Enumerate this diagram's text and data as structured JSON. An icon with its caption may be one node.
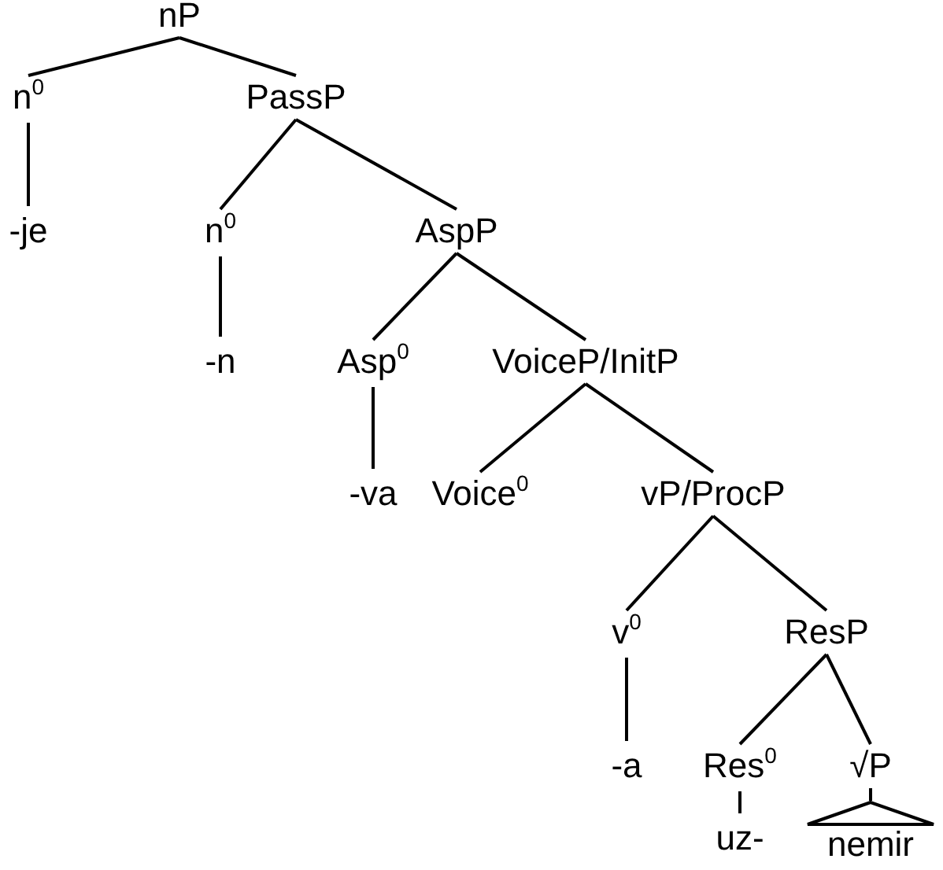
{
  "diagram": {
    "nodes": [
      {
        "text": [
          "nP"
        ]
      },
      {
        "text": [
          "n$^{0}$"
        ]
      },
      {
        "text": [
          "PassP"
        ]
      },
      {
        "text": [
          "-je"
        ]
      },
      {
        "text": [
          "n$^{0}$"
        ]
      },
      {
        "text": [
          "AspP"
        ]
      },
      {
        "text": [
          "-n"
        ]
      },
      {
        "text": [
          "Asp$^{0}$"
        ]
      },
      {
        "text": [
          "VoiceP/InitP"
        ]
      },
      {
        "text": [
          "-va"
        ]
      },
      {
        "text": [
          "Voice$^{0}$"
        ]
      },
      {
        "text": [
          "vP/ProcP"
        ]
      },
      {
        "text": [
          "v$^{0}$"
        ]
      },
      {
        "text": [
          "ResP"
        ]
      },
      {
        "text": [
          "-a"
        ]
      },
      {
        "text": [
          "Res$^{0}$"
        ]
      },
      {
        "text": [
          "√P"
        ]
      },
      {
        "text": [
          "uz-"
        ]
      },
      {
        "text": [
          "nemir"
        ]
      }
    ],
    "edges": [
      {
        "from": 0,
        "to": 1,
        "arrow": "none"
      },
      {
        "from": 0,
        "to": 2,
        "arrow": "none"
      },
      {
        "from": 1,
        "to": 3,
        "arrow": "none"
      },
      {
        "from": 2,
        "to": 4,
        "arrow": "none"
      },
      {
        "from": 2,
        "to": 5,
        "arrow": "none"
      },
      {
        "from": 4,
        "to": 6,
        "arrow": "none"
      },
      {
        "from": 5,
        "to": 7,
        "arrow": "none"
      },
      {
        "from": 5,
        "to": 8,
        "arrow": "none"
      },
      {
        "from": 7,
        "to": 9,
        "arrow": "none"
      },
      {
        "from": 8,
        "to": 10,
        "arrow": "none"
      },
      {
        "from": 8,
        "to": 11,
        "arrow": "none"
      },
      {
        "from": 11,
        "to": 12,
        "arrow": "none"
      },
      {
        "from": 11,
        "to": 13,
        "arrow": "none"
      },
      {
        "from": 12,
        "to": 14,
        "arrow": "none"
      },
      {
        "from": 13,
        "to": 15,
        "arrow": "none"
      },
      {
        "from": 13,
        "to": 16,
        "arrow": "none"
      },
      {
        "from": 15,
        "to": 17,
        "arrow": "none"
      },
      {
        "from": 16,
        "to": 18,
        "arrow": "none"
      }
    ]
  }
}
